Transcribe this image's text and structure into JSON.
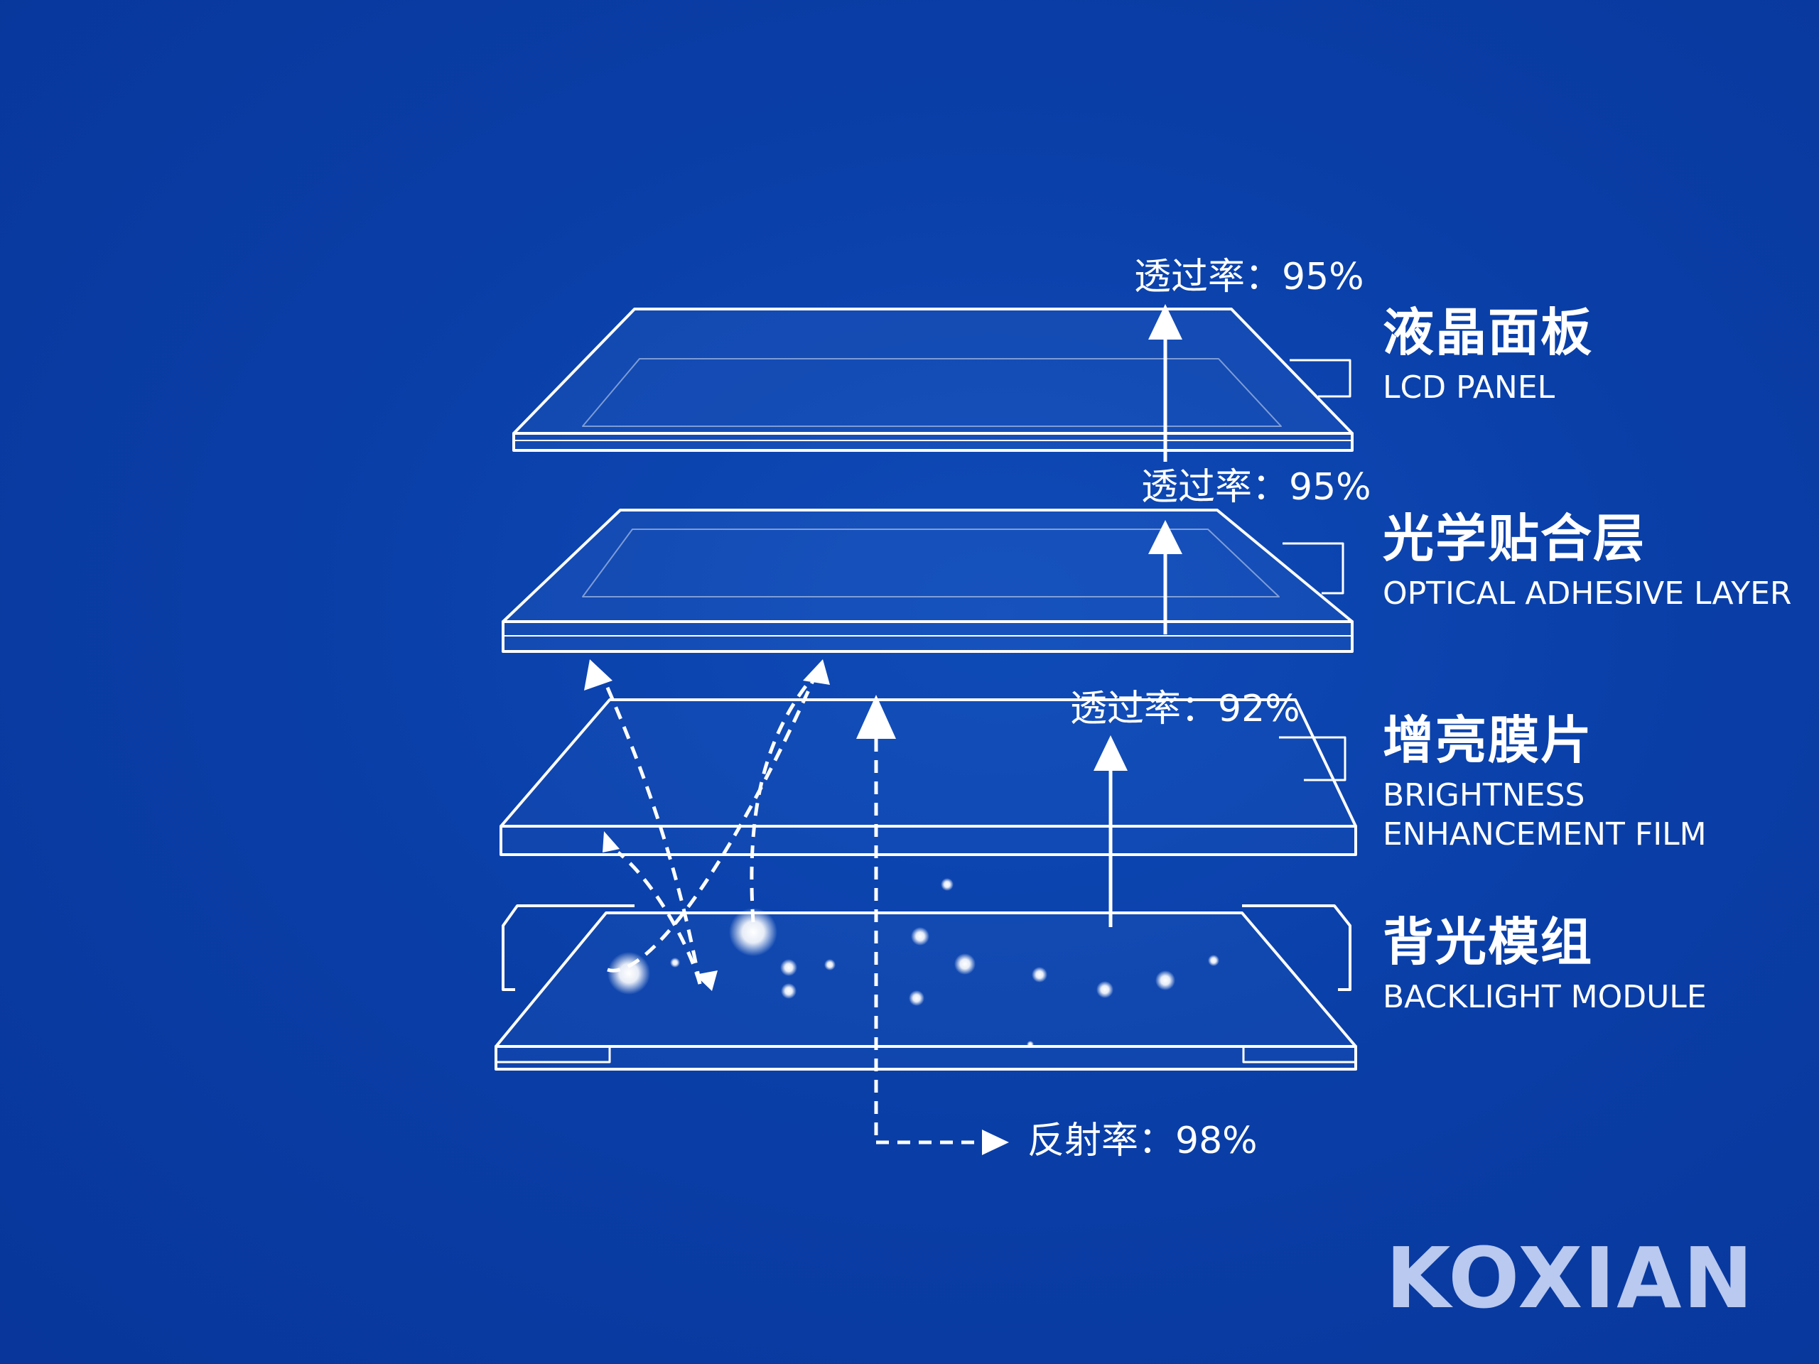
{
  "layers": [
    {
      "cn": "液晶面板",
      "en": "LCD PANEL"
    },
    {
      "cn": "光学贴合层",
      "en": "OPTICAL ADHESIVE LAYER"
    },
    {
      "cn": "增亮膜片",
      "en": "BRIGHTNESS\nENHANCEMENT FILM"
    },
    {
      "cn": "背光模组",
      "en": "BACKLIGHT MODULE"
    }
  ],
  "metrics": {
    "lcd_transmittance": "透过率：95%",
    "adhesive_transmittance": "透过率：95%",
    "film_transmittance": "透过率：92%",
    "backlight_reflectance": "反射率：98%"
  },
  "brand": "KOXIAN",
  "colors": {
    "background": "#0a3fa8",
    "line": "#ffffff",
    "brand_text": "#b9c9ef"
  }
}
